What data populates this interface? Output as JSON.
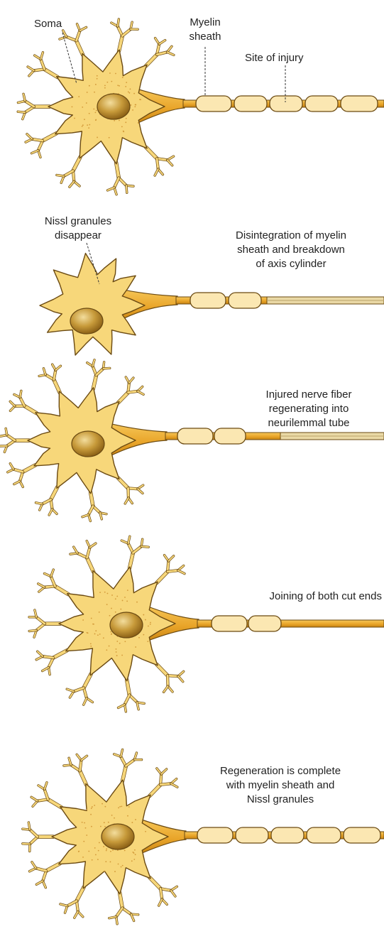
{
  "labels": {
    "soma": "Soma",
    "myelin_sheath": [
      "Myelin",
      "sheath"
    ],
    "site_of_injury": "Site of injury",
    "nissl_disappear": [
      "Nissl granules",
      "disappear"
    ],
    "disintegration": [
      "Disintegration of myelin",
      "sheath and breakdown",
      "of axis cylinder"
    ],
    "regenerating": [
      "Injured nerve fiber",
      "regenerating into",
      "neurilemmal tube"
    ],
    "joining": "Joining of both cut ends",
    "complete": [
      "Regeneration is complete",
      "with myelin sheath and",
      "Nissl granules"
    ]
  },
  "colors": {
    "soma_fill": "#f7d77a",
    "soma_stroke": "#6b4a12",
    "axon_fill": "#f0b43a",
    "myelin_fill": "#fbe7b2",
    "nucleus_fill": "#c69a3a",
    "degenerating": "#ead9a6",
    "label_text": "#222222"
  }
}
